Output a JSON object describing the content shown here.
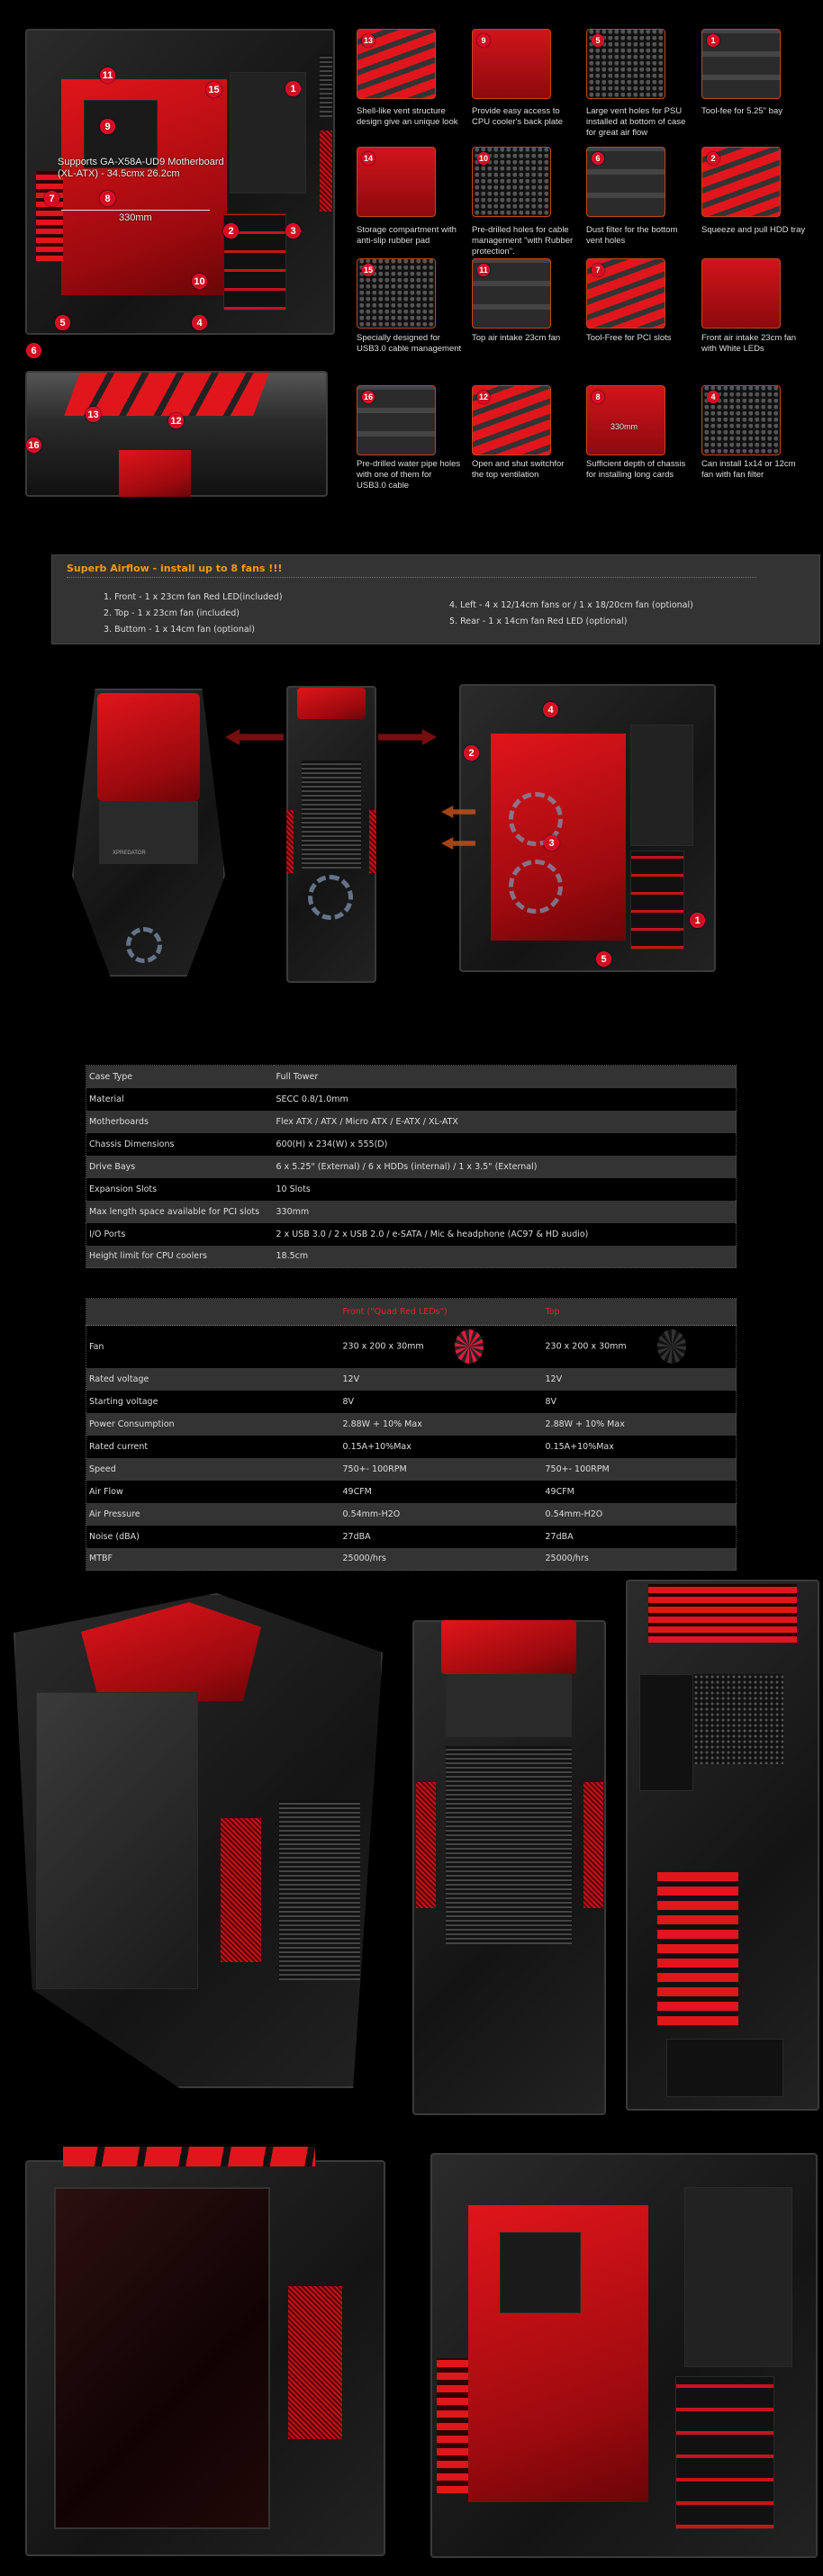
{
  "hero": {
    "motherboard_note_line1": "Supports GA-X58A-UD9 Motherboard",
    "motherboard_note_line2": "(XL-ATX) - 34.5cmx 26.2cm",
    "card_length": "330mm",
    "callouts": [
      "11",
      "15",
      "1",
      "9",
      "7",
      "8",
      "2",
      "3",
      "10",
      "5",
      "4",
      "6"
    ]
  },
  "top_view": {
    "callouts": [
      "13",
      "12",
      "16"
    ]
  },
  "features": [
    {
      "badge": "13",
      "text": "Shell-like vent structure design give an unique look"
    },
    {
      "badge": "9",
      "text": "Provide easy access to CPU cooler's back plate"
    },
    {
      "badge": "5",
      "text": "Large vent holes for PSU installed at bottom of case for great air flow"
    },
    {
      "badge": "1",
      "text": "Tool-fee for 5.25\" bay"
    },
    {
      "badge": "14",
      "text": "Storage compartment with anti-slip rubber pad"
    },
    {
      "badge": "10",
      "text": "Pre-drilled holes for cable management \"with Rubber protection\"."
    },
    {
      "badge": "6",
      "text": "Dust filter for the bottom vent holes"
    },
    {
      "badge": "2",
      "text": "Squeeze and pull HDD tray"
    },
    {
      "badge": "15",
      "text": "Specially designed for USB3.0 cable management"
    },
    {
      "badge": "11",
      "text": "Top air intake 23cm fan"
    },
    {
      "badge": "7",
      "text": "Tool-Free for PCI slots"
    },
    {
      "badge": "",
      "text": "Front air intake 23cm fan with White LEDs"
    },
    {
      "badge": "16",
      "text": "Pre-drilled water pipe holes with one of them for USB3.0 cable"
    },
    {
      "badge": "12",
      "text": "Open and shut switchfor the top ventilation"
    },
    {
      "badge": "8",
      "text": "Sufficient depth of chassis for installing long cards",
      "overlay": "330mm"
    },
    {
      "badge": "4",
      "text": "Can install 1x14 or 12cm fan with fan filter"
    }
  ],
  "airflow": {
    "title": "Superb Airflow - install up to 8 fans !!!",
    "items_left": [
      "1. Front - 1 x 23cm fan Red LED(included)",
      "2. Top - 1 x 23cm fan (included)",
      "3. Buttom - 1 x 14cm fan (optional)"
    ],
    "items_right": [
      "4. Left - 4 x 12/14cm fans or / 1 x 18/20cm fan (optional)",
      "5. Rear - 1 x 14cm fan Red LED (optional)"
    ],
    "diagram_callouts": [
      "4",
      "2",
      "3",
      "1",
      "5"
    ],
    "front_panel_brand": "XPREDATOR"
  },
  "specs": [
    [
      "Case Type",
      "Full Tower"
    ],
    [
      "Material",
      "SECC 0.8/1.0mm"
    ],
    [
      "Motherboards",
      "Flex ATX / ATX / Micro ATX / E-ATX / XL-ATX"
    ],
    [
      "Chassis Dimensions",
      "600(H) x 234(W) x 555(D)"
    ],
    [
      "Drive Bays",
      "6 x 5.25\" (External) / 6 x HDDs (internal) / 1 x 3.5\" (External)"
    ],
    [
      "Expansion Slots",
      "10 Slots"
    ],
    [
      "Max length space available for PCI slots",
      "330mm"
    ],
    [
      "I/O Ports",
      "2 x USB 3.0 / 2 x USB 2.0 / e-SATA / Mic & headphone (AC97 & HD audio)"
    ],
    [
      "Height limit for CPU coolers",
      "18.5cm"
    ]
  ],
  "fans": {
    "header_front": "Front  (\"Quad Red LEDs\")",
    "header_top": "Top",
    "header_color": "#e0242a",
    "rows": [
      [
        "Fan",
        "230 x 200 x 30mm",
        "230 x 200 x 30mm"
      ],
      [
        "Rated voltage",
        "12V",
        "12V"
      ],
      [
        "Starting voltage",
        "8V",
        "8V"
      ],
      [
        "Power Consumption",
        "2.88W + 10% Max",
        "2.88W + 10% Max"
      ],
      [
        "Rated current",
        "0.15A+10%Max",
        "0.15A+10%Max"
      ],
      [
        "Speed",
        "750+- 100RPM",
        "750+- 100RPM"
      ],
      [
        "Air Flow",
        "49CFM",
        "49CFM"
      ],
      [
        "Air Pressure",
        "0.54mm-H2O",
        "0.54mm-H2O"
      ],
      [
        "Noise (dBA)",
        "27dBA",
        "27dBA"
      ],
      [
        "MTBF",
        "25000/hrs",
        "25000/hrs"
      ]
    ]
  },
  "colors": {
    "accent_red": "#d0101c",
    "title_orange": "#f39a12",
    "thumb_border": "#c3461c"
  }
}
